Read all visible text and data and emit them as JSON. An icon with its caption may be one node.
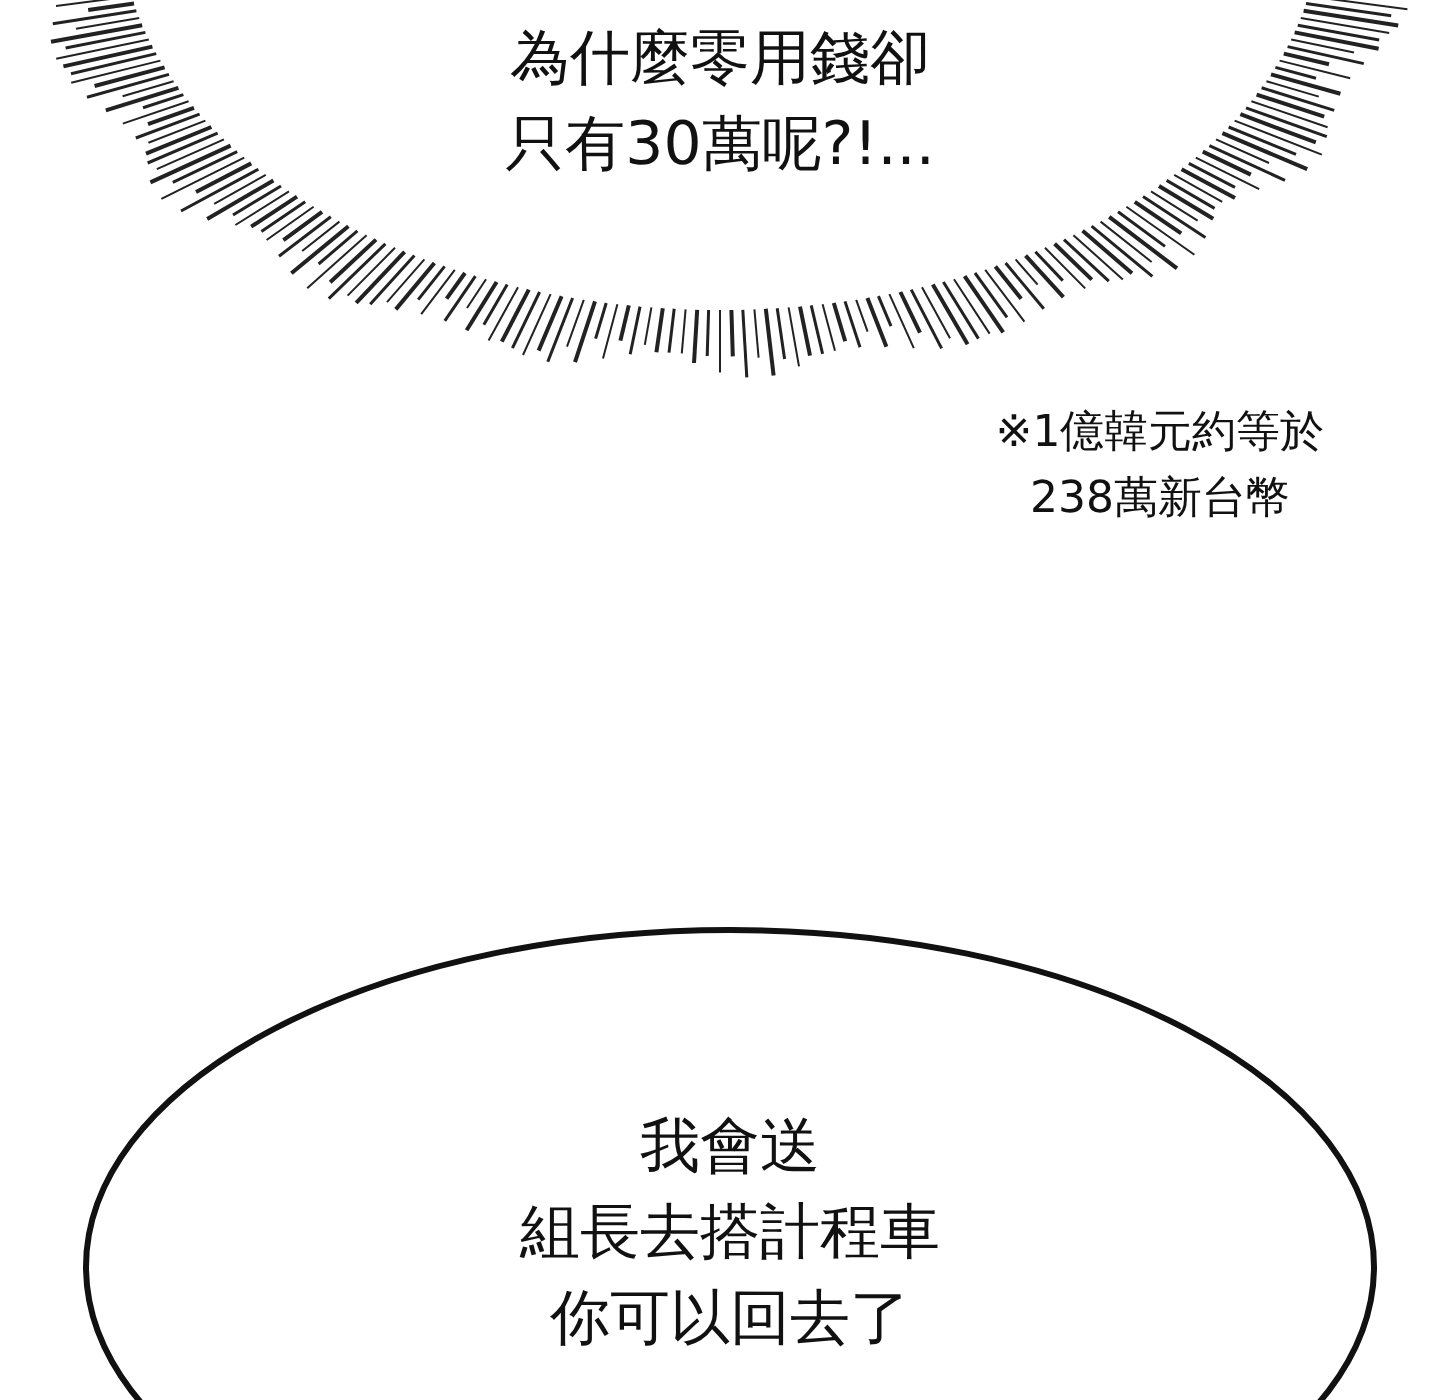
{
  "diagram": {
    "nodes": [
      {
        "text": [
          "為什麼零用錢卻只有30萬呢?!..."
        ]
      },
      {
        "text": [
          "我會送組長去搭計程車你可以回去了"
        ]
      }
    ],
    "labels": [
      "※1億韓元約等於238萬新台幣"
    ]
  }
}
